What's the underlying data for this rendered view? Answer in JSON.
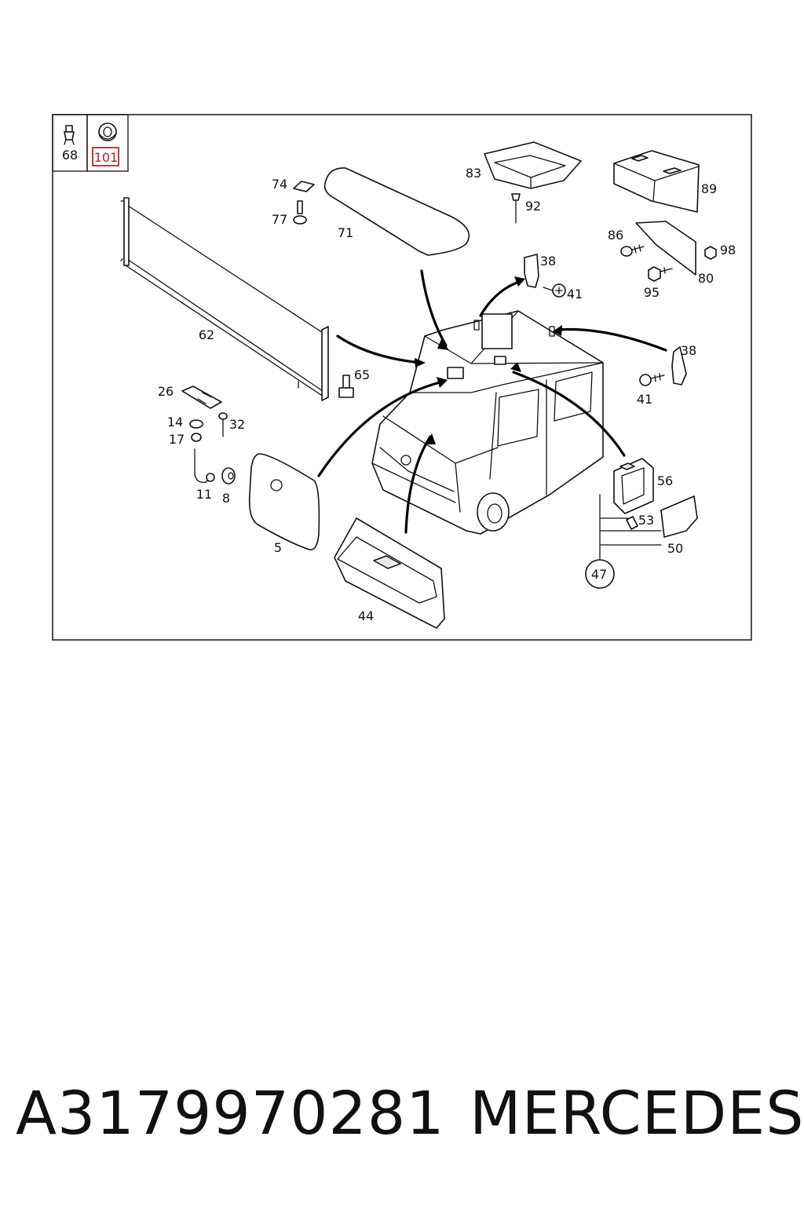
{
  "inset_labels": {
    "left": "68",
    "right_highlighted": "101"
  },
  "highlight_color": "#d9303a",
  "callouts": {
    "p83": "83",
    "p92": "92",
    "p89": "89",
    "p74": "74",
    "p77": "77",
    "p71": "71",
    "p86": "86",
    "p98": "98",
    "p80": "80",
    "p95": "95",
    "p38a": "38",
    "p41a": "41",
    "p62": "62",
    "p65": "65",
    "p38b": "38",
    "p41b": "41",
    "p26": "26",
    "p14": "14",
    "p17": "17",
    "p32": "32",
    "p11": "11",
    "p8": "8",
    "p5": "5",
    "p56": "56",
    "p53": "53",
    "p50": "50",
    "p47": "47",
    "p44": "44"
  },
  "footer": {
    "part_number": "A3179970281",
    "brand": "MERCEDES"
  }
}
